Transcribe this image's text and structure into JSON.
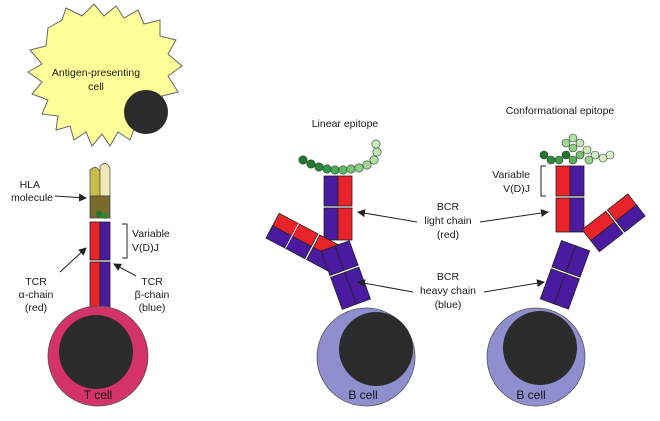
{
  "labels": {
    "apc": [
      "Antigen-presenting",
      "cell"
    ],
    "hla": [
      "HLA",
      "molecule"
    ],
    "variable_t": [
      "Variable",
      "V(D)J"
    ],
    "tcr_alpha": [
      "TCR",
      "α-chain",
      "(red)"
    ],
    "tcr_beta": [
      "TCR",
      "β-chain",
      "(blue)"
    ],
    "t_cell": "T cell",
    "linear_epitope": "Linear epitope",
    "conformational_epitope": "Conformational epitope",
    "bcr_light": [
      "BCR",
      "light chain",
      "(red)"
    ],
    "bcr_heavy": [
      "BCR",
      "heavy chain",
      "(blue)"
    ],
    "variable_b": [
      "Variable",
      "V(D)J"
    ],
    "b_cell_1": "B cell",
    "b_cell_2": "B cell"
  },
  "colors": {
    "apc_fill": "#ffff99",
    "nucleus": "#2b2b2b",
    "t_cell": "#d4336a",
    "b_cell": "#8f8fcf",
    "alpha_red": "#e8232a",
    "beta_blue": "#4a1aa0",
    "hla": "#c9bd45",
    "epitope_light": "#b6eaa0",
    "epitope_dark": "#1d7a2e"
  }
}
